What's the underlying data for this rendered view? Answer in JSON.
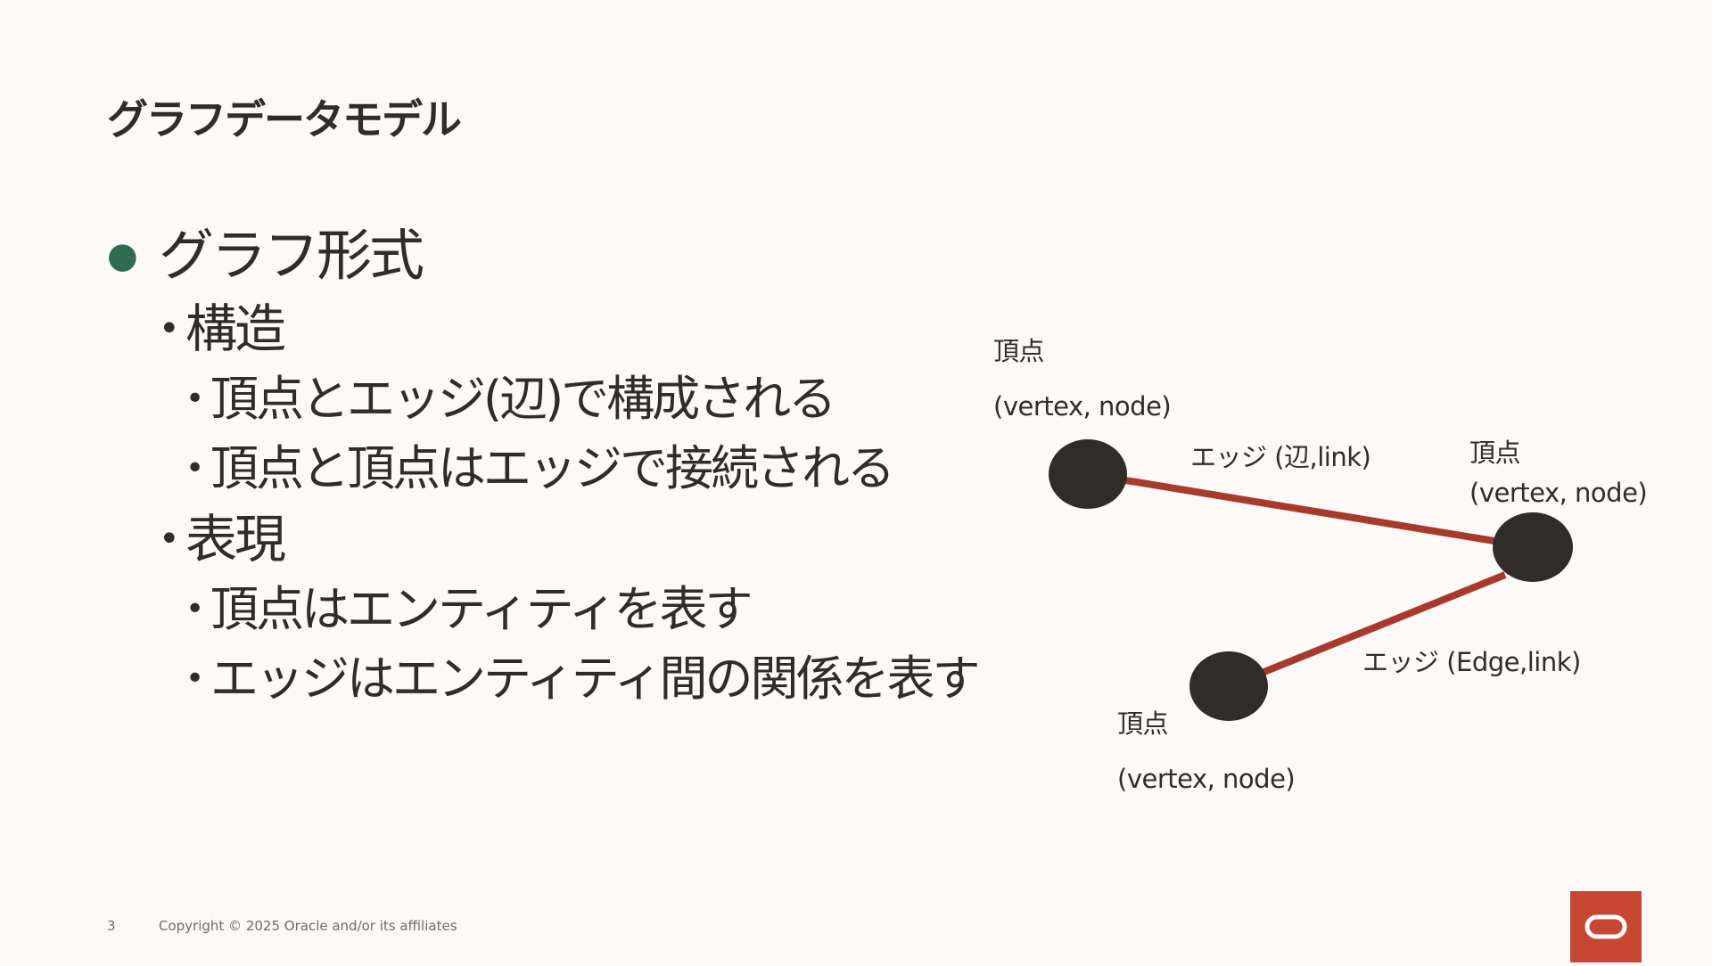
{
  "slide": {
    "title": "グラフデータモデル",
    "bullets": {
      "l1": "グラフ形式",
      "structure": "構造",
      "structure_items": [
        "頂点とエッジ(辺)で構成される",
        "頂点と頂点はエッジで接続される"
      ],
      "representation": "表現",
      "representation_items": [
        "頂点はエンティティを表す",
        "エッジはエンティティ間の関係を表す"
      ]
    }
  },
  "diagram": {
    "vertex_label": "頂点",
    "vertex_sub": "(vertex, node)",
    "edge1_label": "エッジ (辺,link)",
    "edge2_label": "エッジ (Edge,link)",
    "node_color": "#2f2c2a",
    "edge_color": "#a83a2c"
  },
  "footer": {
    "page_number": "3",
    "copyright": "Copyright © 2025 Oracle and/or its affiliates"
  },
  "colors": {
    "background": "#fbfaf8",
    "bullet_accent": "#2e6b4f",
    "logo_red": "#c74634"
  }
}
